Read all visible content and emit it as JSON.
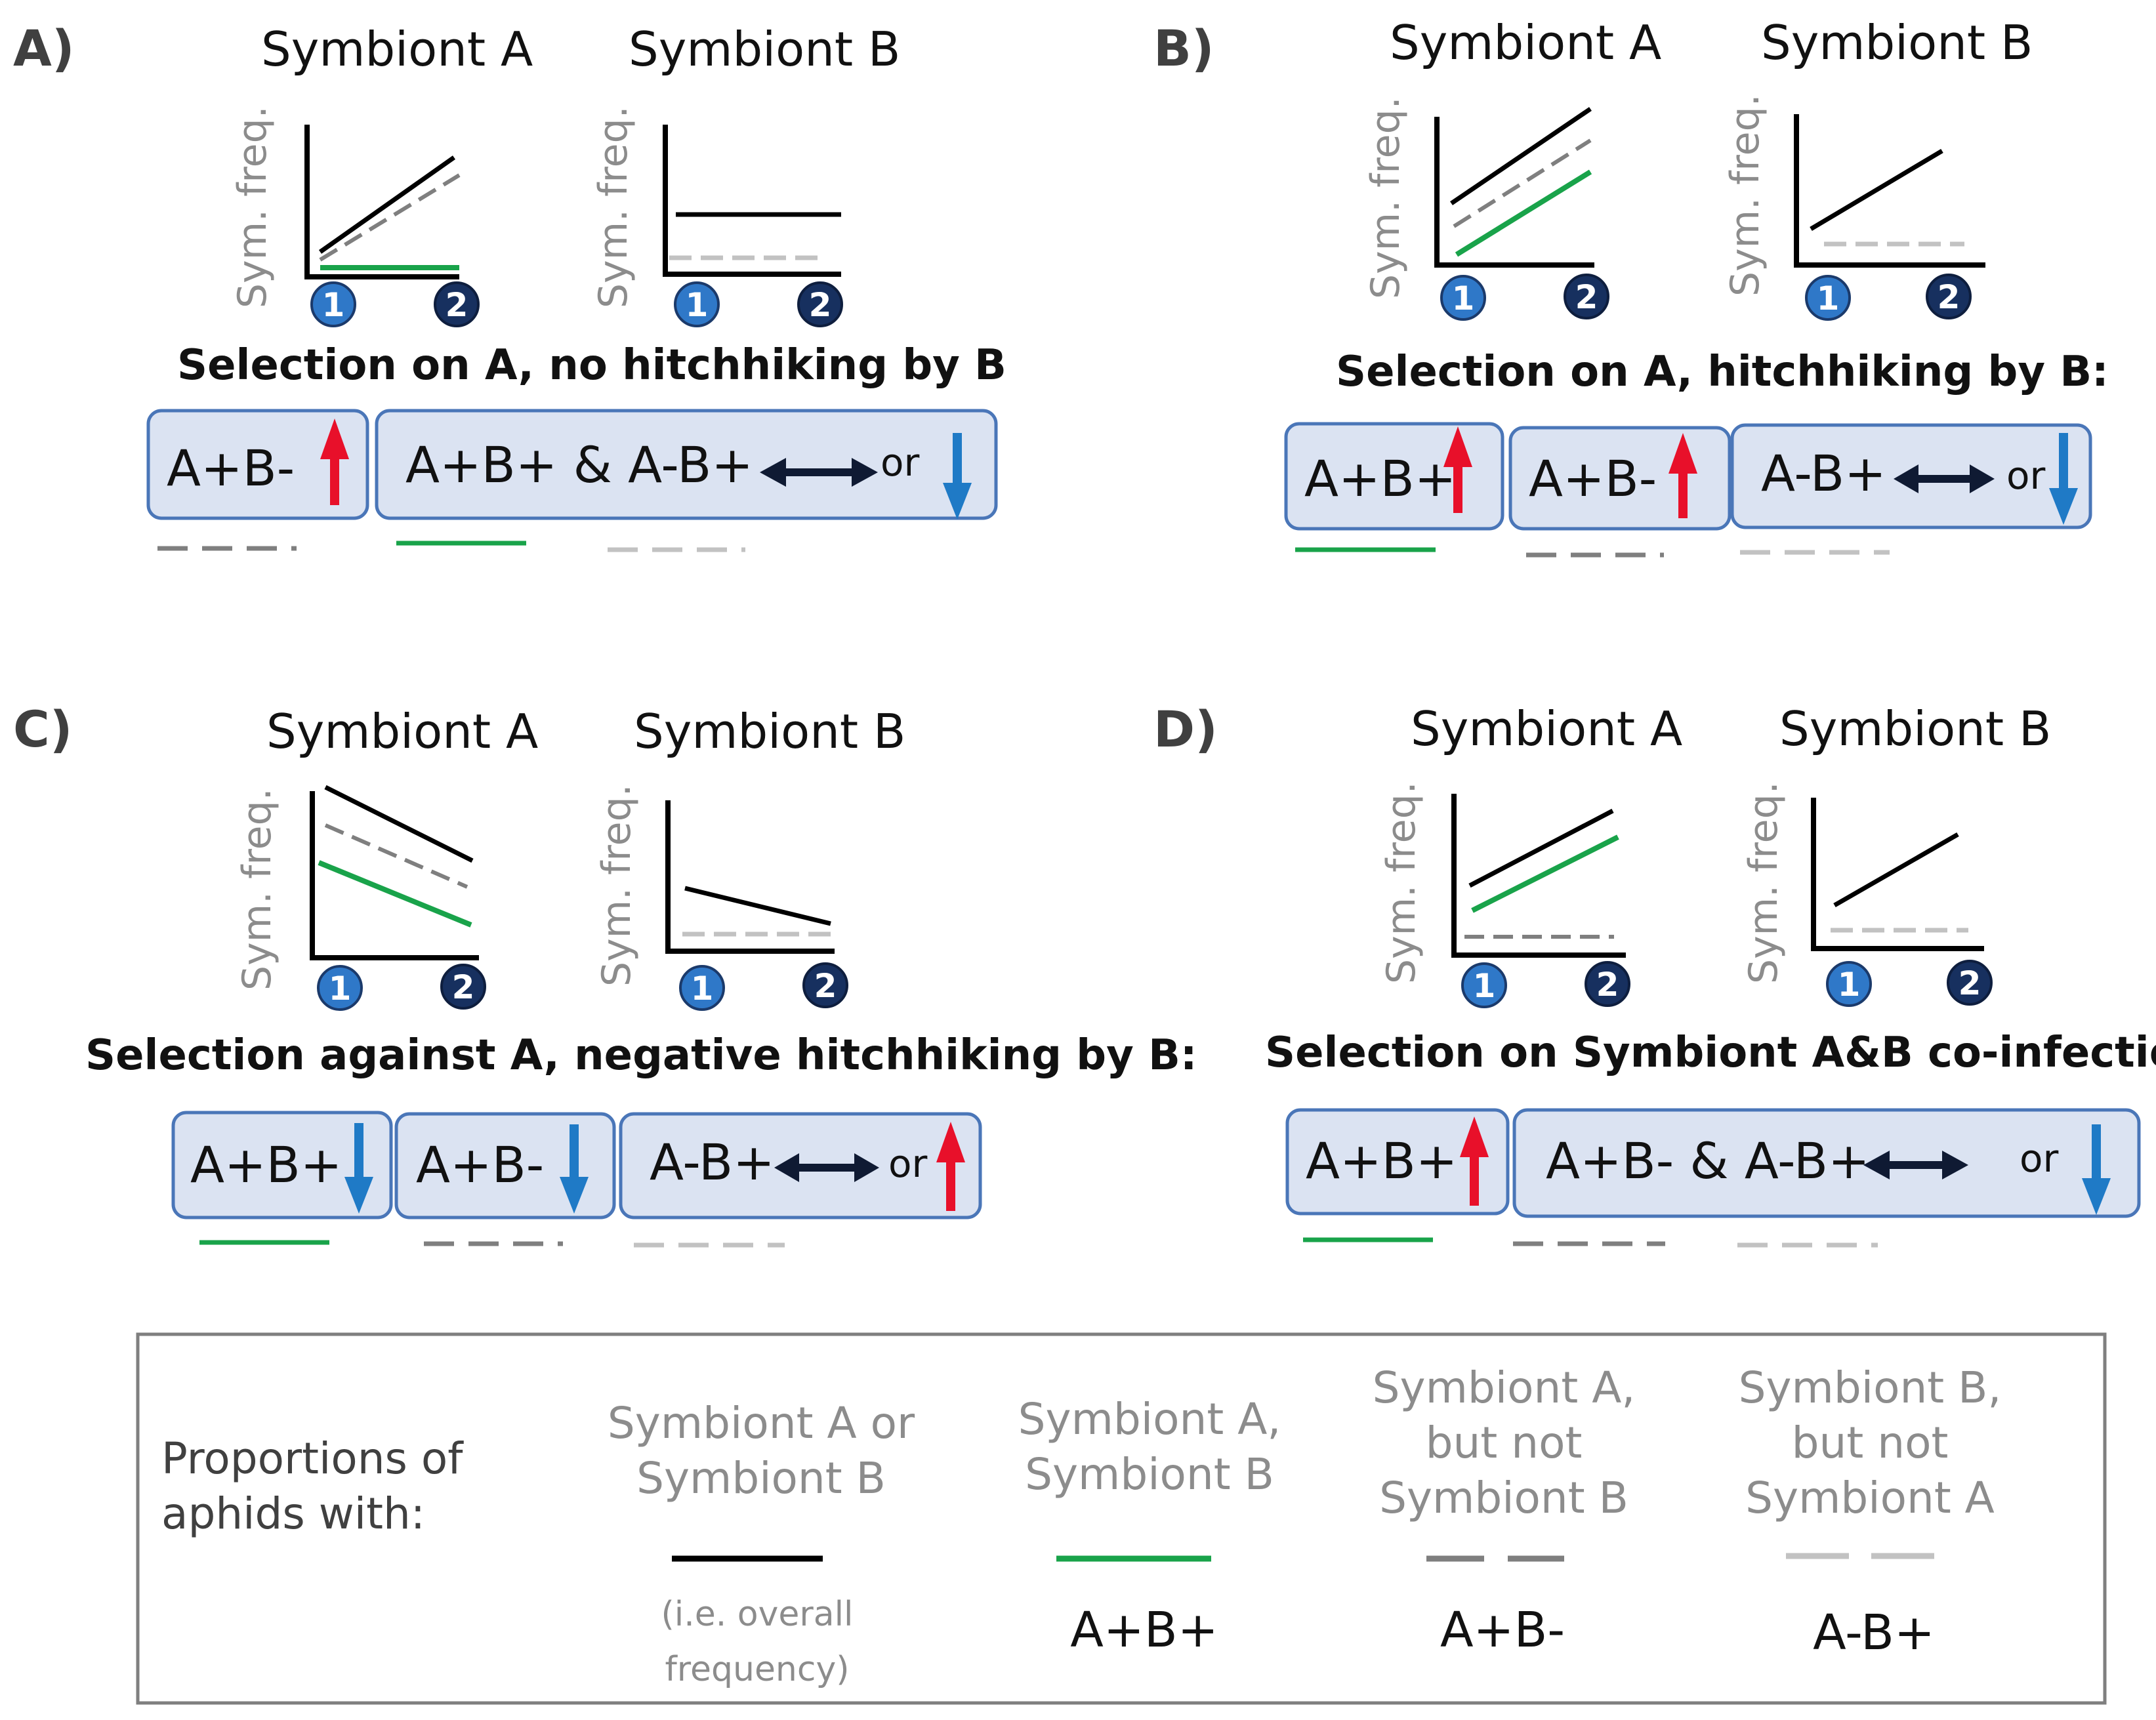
{
  "colors": {
    "overall": "#000000",
    "both": "#19a34a",
    "a_not_b": "#7f7f7f",
    "b_not_a": "#c2c2c2",
    "box_fill": "#dbe3f2",
    "box_stroke": "#4a76b8",
    "up_arrow": "#e8102a",
    "down_arrow": "#1f7ac6",
    "time1": "#2f78c8",
    "time2": "#17305f"
  },
  "axis": {
    "ylabel": "Sym. freq.",
    "time_points": [
      "1",
      "2"
    ]
  },
  "panels": [
    {
      "letter": "A)",
      "symbiont_a": "Symbiont A",
      "symbiont_b": "Symbiont B",
      "selection": "Selection on A, no hitchhiking by B",
      "boxes": [
        {
          "label": "A+B-",
          "icon": "up-arrow-icon"
        },
        {
          "label": "A+B+ & A-B+",
          "icon": "double-arrow-icon",
          "or": "or",
          "icon2": "down-arrow-icon"
        }
      ]
    },
    {
      "letter": "B)",
      "symbiont_a": "Symbiont A",
      "symbiont_b": "Symbiont B",
      "selection": "Selection on A, hitchhiking by B:",
      "boxes": [
        {
          "label": "A+B+",
          "icon": "up-arrow-icon"
        },
        {
          "label": "A+B-",
          "icon": "up-arrow-icon"
        },
        {
          "label": "A-B+",
          "icon": "double-arrow-icon",
          "or": "or",
          "icon2": "down-arrow-icon"
        }
      ]
    },
    {
      "letter": "C)",
      "symbiont_a": "Symbiont A",
      "symbiont_b": "Symbiont B",
      "selection": "Selection against A, negative hitchhiking by B:",
      "boxes": [
        {
          "label": "A+B+",
          "icon": "down-arrow-icon"
        },
        {
          "label": "A+B-",
          "icon": "down-arrow-icon"
        },
        {
          "label": "A-B+",
          "icon": "double-arrow-icon",
          "or": "or",
          "icon2": "up-arrow-icon"
        }
      ]
    },
    {
      "letter": "D)",
      "symbiont_a": "Symbiont A",
      "symbiont_b": "Symbiont B",
      "selection": "Selection on Symbiont A&B co-infection:",
      "boxes": [
        {
          "label": "A+B+",
          "icon": "up-arrow-icon"
        },
        {
          "label": "A+B- & A-B+",
          "icon": "double-arrow-icon",
          "or": "or",
          "icon2": "down-arrow-icon"
        }
      ]
    }
  ],
  "legend": {
    "title_line1": "Proportions of",
    "title_line2": "aphids with:",
    "entries": [
      {
        "line1": "Symbiont A or",
        "line2": "Symbiont B",
        "line3": "",
        "code": "",
        "note_line1": "(i.e. overall",
        "note_line2": "frequency)",
        "style": "overall"
      },
      {
        "line1": "Symbiont A,",
        "line2": "Symbiont B",
        "line3": "",
        "code": "A+B+",
        "style": "both"
      },
      {
        "line1": "Symbiont A,",
        "line2": "but not",
        "line3": "Symbiont B",
        "code": "A+B-",
        "style": "a_not_b"
      },
      {
        "line1": "Symbiont B,",
        "line2": "but not",
        "line3": "Symbiont A",
        "code": "A-B+",
        "style": "b_not_a"
      }
    ]
  }
}
